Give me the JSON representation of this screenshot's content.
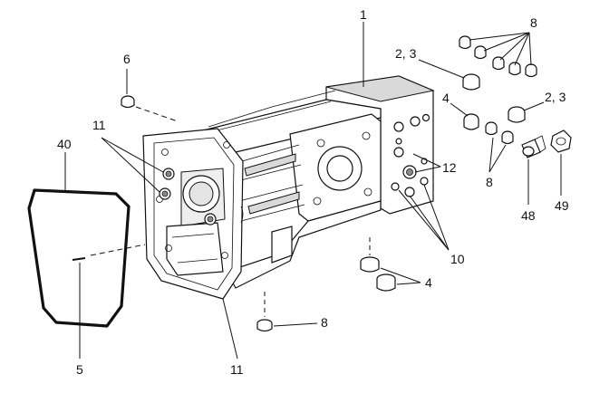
{
  "callouts": {
    "c1": "1",
    "c2_3_top": "2, 3",
    "c2_3_right": "2, 3",
    "c4_upper": "4",
    "c4_lower": "4",
    "c5": "5",
    "c6": "6",
    "c8_top": "8",
    "c8_mid": "8",
    "c8_bottom": "8",
    "c10": "10",
    "c11_upper": "11",
    "c11_lower": "11",
    "c12": "12",
    "c40": "40",
    "c48": "48",
    "c49": "49"
  },
  "icons": {
    "housing": "pump-housing-icon",
    "gasket": "gasket-ring-icon",
    "plug": "plug-icon",
    "fitting": "fitting-icon",
    "cap": "cap-nut-icon"
  }
}
